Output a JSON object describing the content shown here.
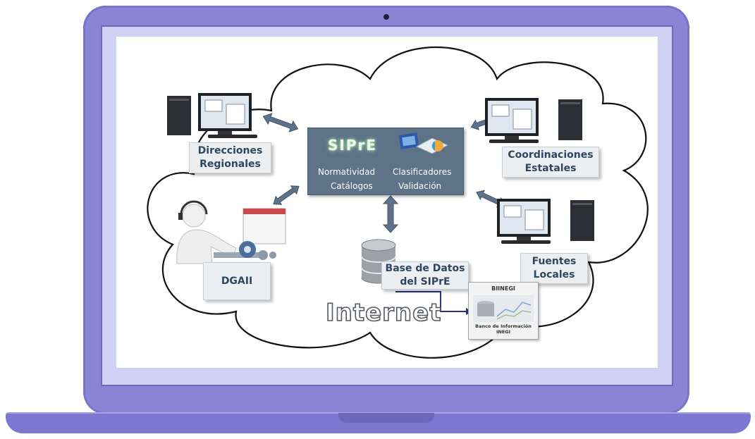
{
  "diagram": {
    "center": {
      "logo_text": "SIPrE",
      "items": [
        "Normatividad",
        "Clasificadores",
        "Catálogos",
        "Validación"
      ]
    },
    "nodes": {
      "direcciones_regionales": [
        "Direcciones",
        "Regionales"
      ],
      "coordinaciones_estatales": [
        "Coordinaciones",
        "Estatales"
      ],
      "fuentes_locales": [
        "Fuentes",
        "Locales"
      ],
      "dgaii": "DGAII",
      "base_datos": [
        "Base de Datos",
        "del SIPrE"
      ]
    },
    "cloud_label": "Internet",
    "biinegi": {
      "title": "BIINEGI",
      "subtitle": [
        "Banco de Información",
        "INEGI"
      ]
    }
  },
  "colors": {
    "laptop_frame": "#8a84d6",
    "label_text": "#2f4661",
    "center_box": "#5e7387",
    "arrow": "#5d7389"
  },
  "icons": [
    "desktop-computer-icon",
    "database-icon",
    "operator-icon",
    "double-arrow-icon"
  ]
}
